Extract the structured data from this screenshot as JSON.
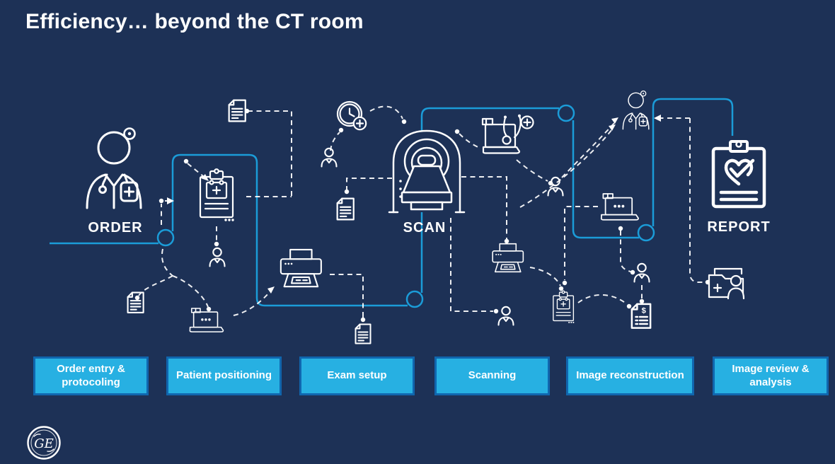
{
  "slide": {
    "title": "Efficiency… beyond the CT room"
  },
  "workflow": {
    "stages": [
      {
        "label": "ORDER",
        "icon": "doctor-icon"
      },
      {
        "label": "SCAN",
        "icon": "ct-scanner-icon"
      },
      {
        "label": "REPORT",
        "icon": "report-heart-clipboard-icon"
      }
    ],
    "floating_icons": [
      "document-icon",
      "clipboard-calendar-icon",
      "person-icon",
      "clock-add-icon",
      "laptop-icon",
      "laptop-stethoscope-icon",
      "printer-icon",
      "clinician-icon",
      "invoice-document-icon",
      "patient-folder-icon"
    ]
  },
  "steps": [
    {
      "label": "Order entry & protocoling"
    },
    {
      "label": "Patient positioning"
    },
    {
      "label": "Exam setup"
    },
    {
      "label": "Scanning"
    },
    {
      "label": "Image reconstruction"
    },
    {
      "label": "Image review & analysis"
    }
  ],
  "footer": {
    "logo_text": "GE"
  },
  "colors": {
    "background": "#1d3156",
    "path_cyan": "#1b9cd8",
    "dashed_white": "#ffffff",
    "step_fill": "#27b0e2",
    "step_border": "#1066ae",
    "text": "#ffffff"
  }
}
